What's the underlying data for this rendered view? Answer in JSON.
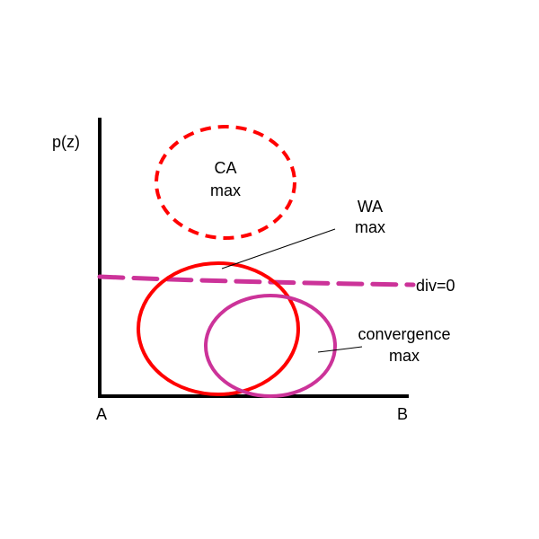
{
  "axes": {
    "y_label": "p(z)",
    "x_start_label": "A",
    "x_end_label": "B"
  },
  "regions": {
    "ca": {
      "line1": "CA",
      "line2": "max",
      "color": "#ff0000",
      "style": "dashed"
    },
    "wa": {
      "line1": "WA",
      "line2": "max",
      "color": "#ff0000",
      "style": "solid"
    },
    "convergence": {
      "line1": "convergence",
      "line2": "max",
      "color": "#cc3399",
      "style": "solid"
    }
  },
  "div_line": {
    "label": "div=0",
    "color": "#cc3399"
  }
}
